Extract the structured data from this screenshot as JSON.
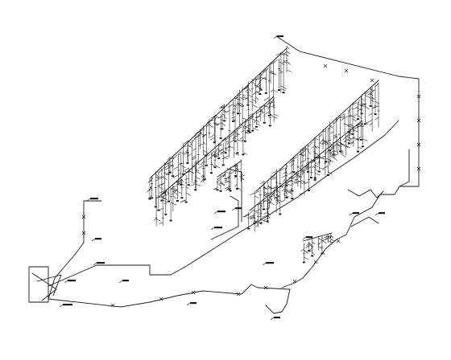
{
  "drawing": {
    "type": "isometric-piping-diagram",
    "background": "#ffffff",
    "line_color": "#1a1a1a",
    "branch_groups": [
      "left-riser-cluster",
      "right-riser-cluster",
      "left-station",
      "center-manifold",
      "right-manifold"
    ],
    "text_labels": []
  }
}
